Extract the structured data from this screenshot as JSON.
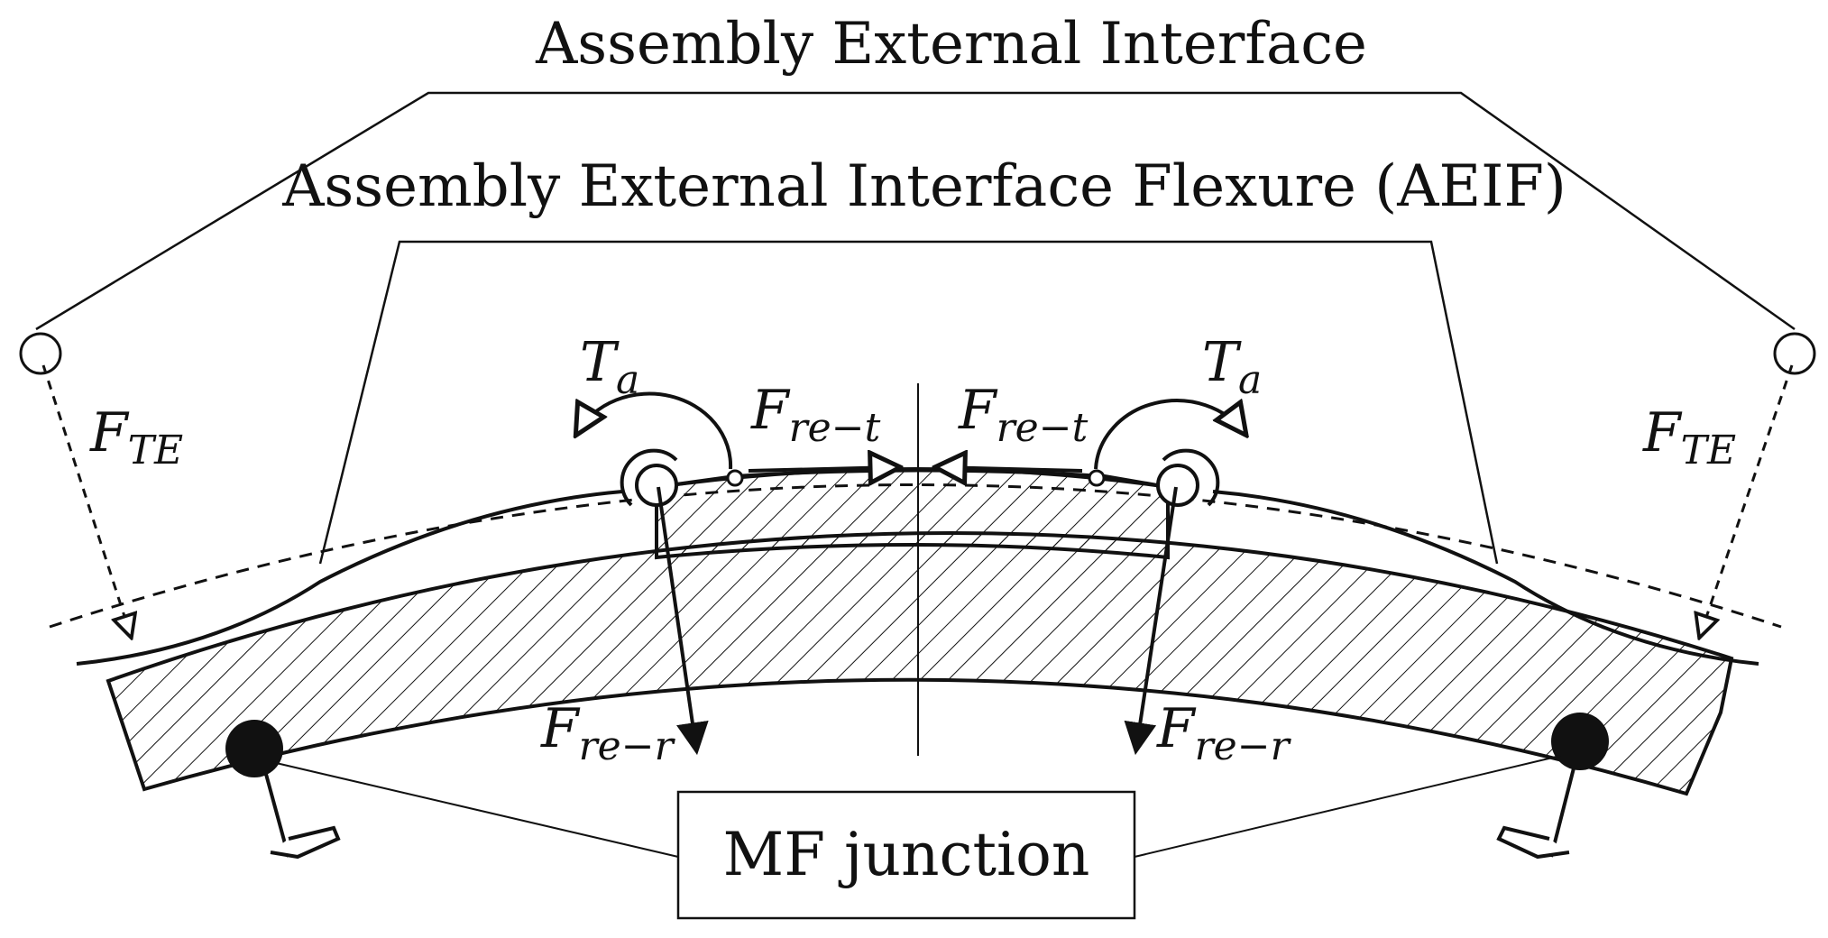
{
  "labels": {
    "outer_interface": "Assembly External Interface",
    "inner_flexure": "Assembly External Interface Flexure (AEIF)",
    "junction_box": "MF junction"
  },
  "symbols": {
    "torque": {
      "main": "T",
      "sub": "a"
    },
    "tension_force": {
      "main": "F",
      "sub": "TE"
    },
    "tangential_force": {
      "main": "F",
      "sub": "re−t"
    },
    "radial_force": {
      "main": "F",
      "sub": "re−r"
    }
  },
  "colors": {
    "ink": "#111111",
    "background": "#ffffff"
  }
}
